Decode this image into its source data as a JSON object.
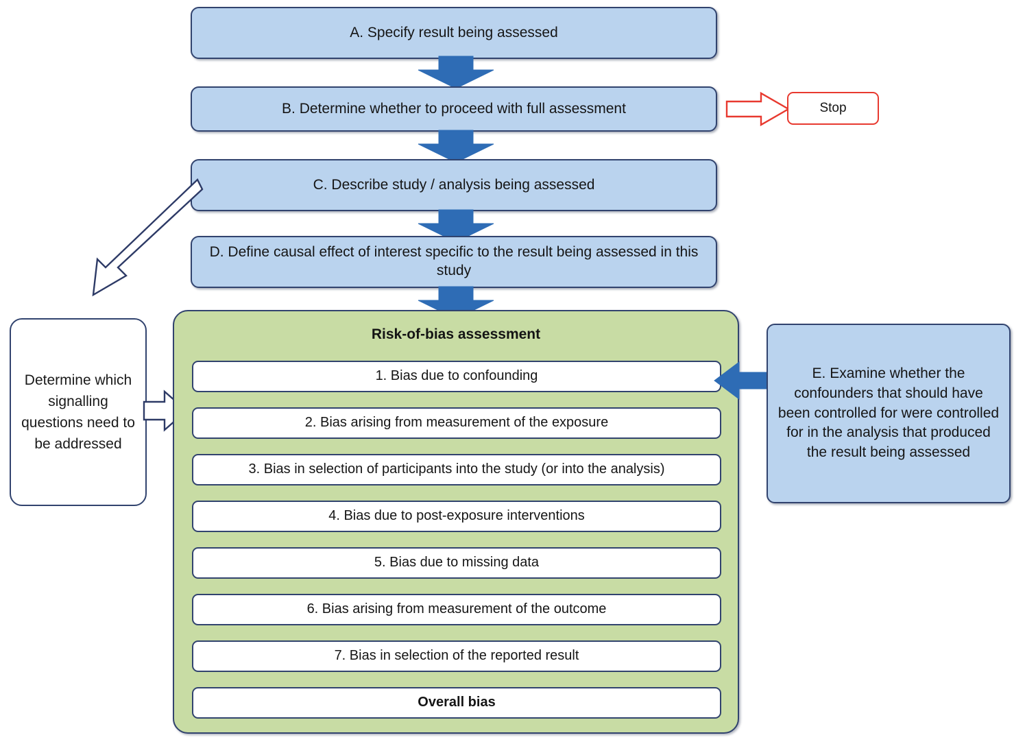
{
  "flow": {
    "steps": [
      {
        "id": "A",
        "label": "A. Specify result being assessed"
      },
      {
        "id": "B",
        "label": "B. Determine whether to proceed with full assessment"
      },
      {
        "id": "C",
        "label": "C. Describe study / analysis being assessed"
      },
      {
        "id": "D",
        "label": "D. Define causal effect of interest specific to the result being assessed in this study"
      }
    ],
    "stop": {
      "label": "Stop"
    },
    "left_note": {
      "label": "Determine which signalling questions need to be addressed"
    },
    "right_note": {
      "label": "E. Examine whether the confounders that should have been controlled for were controlled for in the analysis that produced the result being assessed"
    }
  },
  "assessment": {
    "title": "Risk-of-bias assessment",
    "domains": [
      {
        "label": "1. Bias due to confounding"
      },
      {
        "label": "2. Bias arising from measurement of the exposure"
      },
      {
        "label": "3. Bias in selection of participants into the study (or into the analysis)"
      },
      {
        "label": "4. Bias due to post-exposure interventions"
      },
      {
        "label": "5. Bias due to missing data"
      },
      {
        "label": "6. Bias arising from measurement of the outcome"
      },
      {
        "label": "7. Bias in selection of the reported result"
      }
    ],
    "overall": {
      "label": "Overall bias"
    }
  },
  "colors": {
    "blue_fill": "#bad3ee",
    "blue_border": "#31436e",
    "blue_arrow": "#2e6cb5",
    "green_fill": "#c8dca4",
    "red_accent": "#e8392f",
    "white_fill": "#ffffff",
    "text": "#151515"
  }
}
